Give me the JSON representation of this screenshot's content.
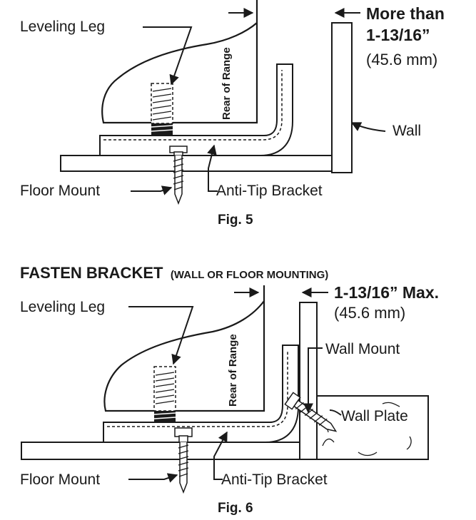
{
  "fig5": {
    "label_leveling_leg": "Leveling Leg",
    "label_rear_of_range": "Rear of Range",
    "label_floor_mount": "Floor Mount",
    "label_anti_tip_bracket": "Anti-Tip Bracket",
    "label_wall": "Wall",
    "gap_line1": "More than",
    "gap_line2": "1-13/16”",
    "gap_metric": "(45.6 mm)",
    "caption": "Fig. 5"
  },
  "section_heading": {
    "main": "FASTEN BRACKET",
    "sub": "(WALL OR FLOOR MOUNTING)"
  },
  "fig6": {
    "label_leveling_leg": "Leveling Leg",
    "label_rear_of_range": "Rear of Range",
    "label_floor_mount": "Floor Mount",
    "label_anti_tip_bracket": "Anti-Tip Bracket",
    "label_wall_mount": "Wall Mount",
    "label_wall_plate": "Wall Plate",
    "gap_line1": "1-13/16” Max.",
    "gap_metric": "(45.6 mm)",
    "caption": "Fig. 6"
  }
}
